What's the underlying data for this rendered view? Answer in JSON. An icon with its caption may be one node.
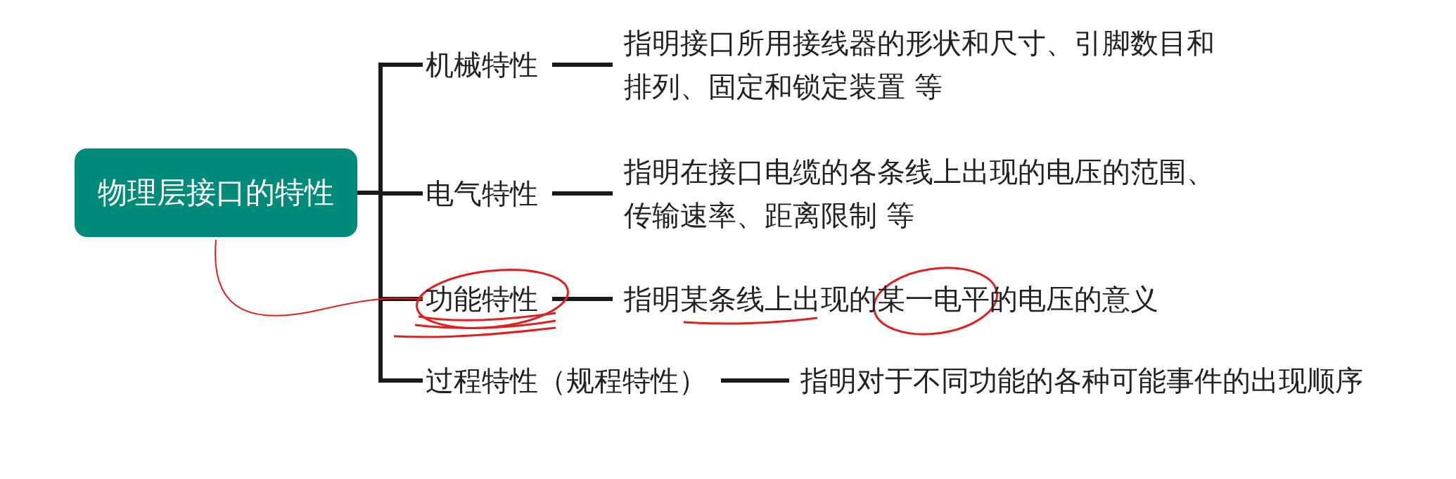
{
  "diagram": {
    "nodes": [
      {
        "text": [
          "物理层接口的特性"
        ]
      },
      {
        "text": [
          "机械特性"
        ]
      },
      {
        "text": [
          "电气特性"
        ]
      },
      {
        "text": [
          "功能特性"
        ]
      },
      {
        "text": [
          "过程特性（规程特性）"
        ]
      },
      {
        "text": [
          "指明接口所用接线器的形状和尺寸、引脚数目和排列、固定和锁定装置 等"
        ]
      },
      {
        "text": [
          "指明在接口电缆的各条线上出现的电压的范围、传输速率、距离限制 等"
        ]
      },
      {
        "text": [
          "指明某条线上出现的某一电平的电压的意义"
        ]
      },
      {
        "text": [
          "指明对于不同功能的各种可能事件的出现顺序"
        ]
      }
    ],
    "edges": [
      {
        "from": 0,
        "to": 1,
        "arrow": "none"
      },
      {
        "from": 0,
        "to": 2,
        "arrow": "none"
      },
      {
        "from": 0,
        "to": 3,
        "arrow": "none"
      },
      {
        "from": 0,
        "to": 4,
        "arrow": "none"
      },
      {
        "from": 1,
        "to": 5,
        "arrow": "none"
      },
      {
        "from": 2,
        "to": 6,
        "arrow": "none"
      },
      {
        "from": 3,
        "to": 7,
        "arrow": "none"
      },
      {
        "from": 4,
        "to": 8,
        "arrow": "none"
      },
      {
        "from": 0,
        "to": 3,
        "arrow": "none",
        "color": "#e02020"
      }
    ]
  }
}
